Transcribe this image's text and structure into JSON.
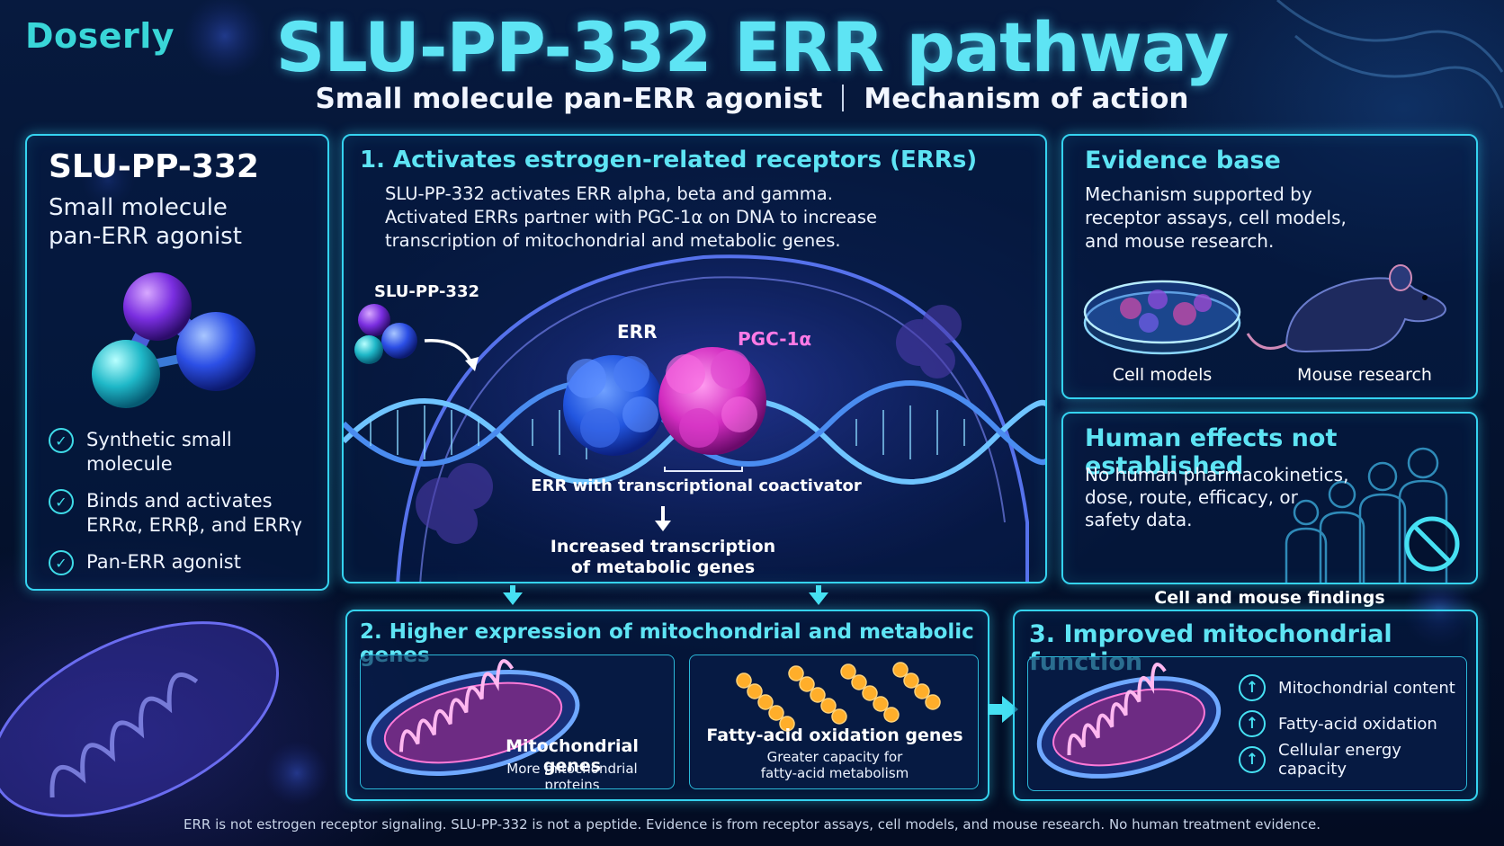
{
  "brand": "Doserly",
  "title": "SLU-PP-332 ERR pathway",
  "subtitle": {
    "left": "Small molecule pan-ERR agonist",
    "right": "Mechanism of action"
  },
  "left_panel": {
    "heading": "SLU-PP-332",
    "sub_line1": "Small molecule",
    "sub_line2": "pan-ERR agonist",
    "checks": [
      {
        "line1": "Synthetic small molecule",
        "line2": ""
      },
      {
        "line1": "Binds and activates",
        "line2": "ERRα, ERRβ, and ERRγ"
      },
      {
        "line1": "Pan-ERR agonist",
        "line2": ""
      }
    ]
  },
  "step1": {
    "heading": "1. Activates estrogen-related receptors (ERRs)",
    "text_line1": "SLU-PP-332 activates ERR alpha, beta and gamma.",
    "text_line2": "Activated ERRs partner with PGC-1α on DNA to increase",
    "text_line3": "transcription of mitochondrial and metabolic genes.",
    "molecule_label": "SLU-PP-332",
    "err_label": "ERR",
    "pgc_label": "PGC-1α",
    "complex_label": "ERR with transcriptional coactivator",
    "result_line1": "Increased transcription",
    "result_line2": "of metabolic genes"
  },
  "evidence": {
    "heading": "Evidence base",
    "line1": "Mechanism supported by",
    "line2": "receptor assays, cell models,",
    "line3": "and mouse research.",
    "cell_label": "Cell models",
    "mouse_label": "Mouse research"
  },
  "human": {
    "heading": "Human effects not established",
    "line1": "No human pharmacokinetics,",
    "line2": "dose, route, efficacy, or",
    "line3": "safety data."
  },
  "cell_mouse_findings": "Cell and mouse findings",
  "step2": {
    "heading": "2. Higher expression of mitochondrial and metabolic genes",
    "mito_title": "Mitochondrial genes",
    "mito_sub": "More mitochondrial proteins",
    "fa_title": "Fatty-acid oxidation genes",
    "fa_sub1": "Greater capacity for",
    "fa_sub2": "fatty-acid metabolism"
  },
  "step3": {
    "heading": "3. Improved mitochondrial function",
    "items": [
      "Mitochondrial content",
      "Fatty-acid oxidation",
      "Cellular energy capacity"
    ]
  },
  "footer": "ERR is not estrogen receptor signaling. SLU-PP-332 is not a peptide. Evidence is from receptor assays, cell models, and mouse research. No human treatment evidence.",
  "colors": {
    "accent": "#35d3f0",
    "title": "#5ee4f4",
    "err": "#2f6cf0",
    "pgc": "#e040c8",
    "background": "#04122e"
  }
}
